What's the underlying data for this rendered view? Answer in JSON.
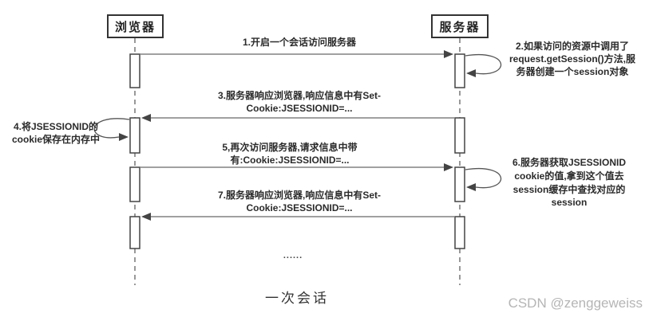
{
  "diagram": {
    "title_caption": "一次会话",
    "actors": [
      {
        "id": "browser",
        "label": "浏览器"
      },
      {
        "id": "server",
        "label": "服务器"
      }
    ],
    "messages": [
      {
        "num": "1",
        "from": "browser",
        "to": "server",
        "text": "1.开启一个会话访问服务器"
      },
      {
        "num": "3",
        "from": "server",
        "to": "browser",
        "text": "3.服务器响应浏览器,响应信息中有Set-\nCookie:JSESSIONID=..."
      },
      {
        "num": "5",
        "from": "browser",
        "to": "server",
        "text": "5,再次访问服务器,请求信息中带\n有:Cookie:JSESSIONID=..."
      },
      {
        "num": "7",
        "from": "server",
        "to": "browser",
        "text": "7.服务器响应浏览器,响应信息中有Set-\nCookie:JSESSIONID=..."
      }
    ],
    "notes": [
      {
        "num": "2",
        "side": "right",
        "attached_to": "server",
        "text": "2.如果访问的资源中调用了\nrequest.getSession()方法,服\n务器创建一个session对象"
      },
      {
        "num": "4",
        "side": "left",
        "attached_to": "browser",
        "text": "4.将JSESSIONID的\ncookie保存在内存中"
      },
      {
        "num": "6",
        "side": "right",
        "attached_to": "server",
        "text": "6.服务器获取JSESSIONID\ncookie的值,拿到这个值去\nsession缓存中查找对应的\nsession"
      }
    ],
    "ellipsis": "......",
    "caption": "一次会话"
  },
  "watermark": {
    "text": "CSDN @zenggeweiss"
  },
  "colors": {
    "line_gray": "#808080",
    "ink": "#444444"
  }
}
